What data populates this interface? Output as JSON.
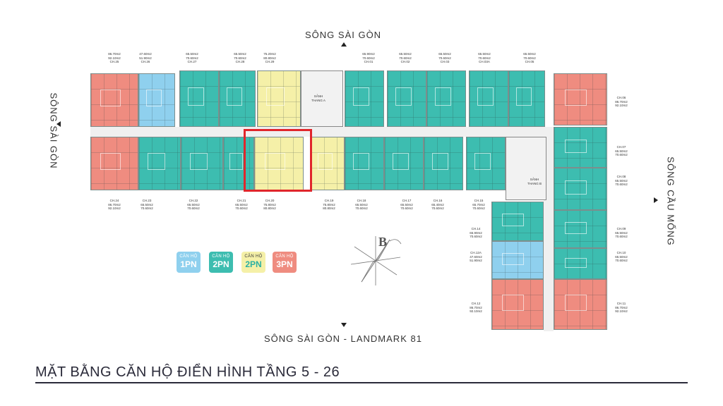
{
  "rivers": {
    "top": "SÔNG SÀI GÒN",
    "left": "SÔNG SÀI GÒN",
    "right": "SÔNG CẦU MỐNG",
    "bottom": "SÔNG SÀI GÒN - LANDMARK 81"
  },
  "title": "MẶT BẰNG CĂN HỘ ĐIỂN HÌNH TẦNG 5 - 26",
  "compass_letter": "B",
  "legend": [
    {
      "line1": "CĂN HỘ",
      "line2": "1PN",
      "color": "#8fd0ee"
    },
    {
      "line1": "CĂN HỘ",
      "line2": "2PN",
      "color": "#3dbdb0"
    },
    {
      "line1": "CĂN HỘ",
      "line2": "2PN",
      "color": "#f5f0a8"
    },
    {
      "line1": "CĂN HỘ",
      "line2": "3PN",
      "color": "#ef8c80"
    }
  ],
  "colors": {
    "studio_1br": "#8fd0ee",
    "two_br": "#3dbdb0",
    "two_br_alt": "#f5f0a8",
    "three_br": "#ef8c80",
    "highlight": "#e0262b"
  },
  "units_top": [
    {
      "area1": "86.70m2",
      "area2": "92.10m2",
      "code": "CH.25"
    },
    {
      "area1": "47.60m2",
      "area2": "51.90m2",
      "code": "CH.26"
    },
    {
      "area1": "65.50m2",
      "area2": "70.60m2",
      "code": "CH.27"
    },
    {
      "area1": "65.50m2",
      "area2": "70.60m2",
      "code": "CH.28"
    },
    {
      "area1": "75.20m2",
      "area2": "80.80m2",
      "code": "CH.29"
    },
    {
      "area1": "65.90m2",
      "area2": "70.60m2",
      "code": "CH.01"
    },
    {
      "area1": "65.50m2",
      "area2": "70.60m2",
      "code": "CH.02"
    },
    {
      "area1": "65.50m2",
      "area2": "70.60m2",
      "code": "CH.03"
    },
    {
      "area1": "65.50m2",
      "area2": "70.60m2",
      "code": "CH.03A"
    },
    {
      "area1": "65.50m2",
      "area2": "70.60m2",
      "code": "CH.05"
    }
  ],
  "units_bottom": [
    {
      "area1": "86.70m2",
      "area2": "92.10m2",
      "code": "CH.24"
    },
    {
      "area1": "65.50m2",
      "area2": "70.60m2",
      "code": "CH.23"
    },
    {
      "area1": "65.50m2",
      "area2": "70.60m2",
      "code": "CH.22"
    },
    {
      "area1": "65.50m2",
      "area2": "70.60m2",
      "code": "CH.21"
    },
    {
      "area1": "75.80m2",
      "area2": "80.80m2",
      "code": "CH.20"
    },
    {
      "area1": "75.80m2",
      "area2": "80.80m2",
      "code": "CH.19"
    },
    {
      "area1": "65.50m2",
      "area2": "70.60m2",
      "code": "CH.18"
    },
    {
      "area1": "65.50m2",
      "area2": "70.60m2",
      "code": "CH.17"
    },
    {
      "area1": "65.40m2",
      "area2": "70.60m2",
      "code": "CH.16"
    },
    {
      "area1": "65.70m2",
      "area2": "70.60m2",
      "code": "CH.15"
    }
  ],
  "units_right": [
    {
      "code": "CH.06",
      "area1": "86.70m2",
      "area2": "92.10m2"
    },
    {
      "code": "CH.07",
      "area1": "65.50m2",
      "area2": "70.60m2"
    },
    {
      "code": "CH.08",
      "area1": "65.50m2",
      "area2": "70.60m2"
    },
    {
      "code": "CH.09",
      "area1": "65.50m2",
      "area2": "70.60m2"
    },
    {
      "code": "CH.10",
      "area1": "65.50m2",
      "area2": "70.60m2"
    },
    {
      "code": "CH.11",
      "area1": "86.70m2",
      "area2": "92.10m2"
    }
  ],
  "units_left_wing": [
    {
      "code": "CH.14",
      "area1": "65.90m2",
      "area2": "70.60m2"
    },
    {
      "code": "CH.12A",
      "area1": "47.60m2",
      "area2": "51.90m2"
    },
    {
      "code": "CH.12",
      "area1": "86.70m2",
      "area2": "92.10m2"
    }
  ],
  "stair_labels": {
    "stair_a": "SẢNH THANG A",
    "stair_b": "SẢNH THANG B"
  }
}
